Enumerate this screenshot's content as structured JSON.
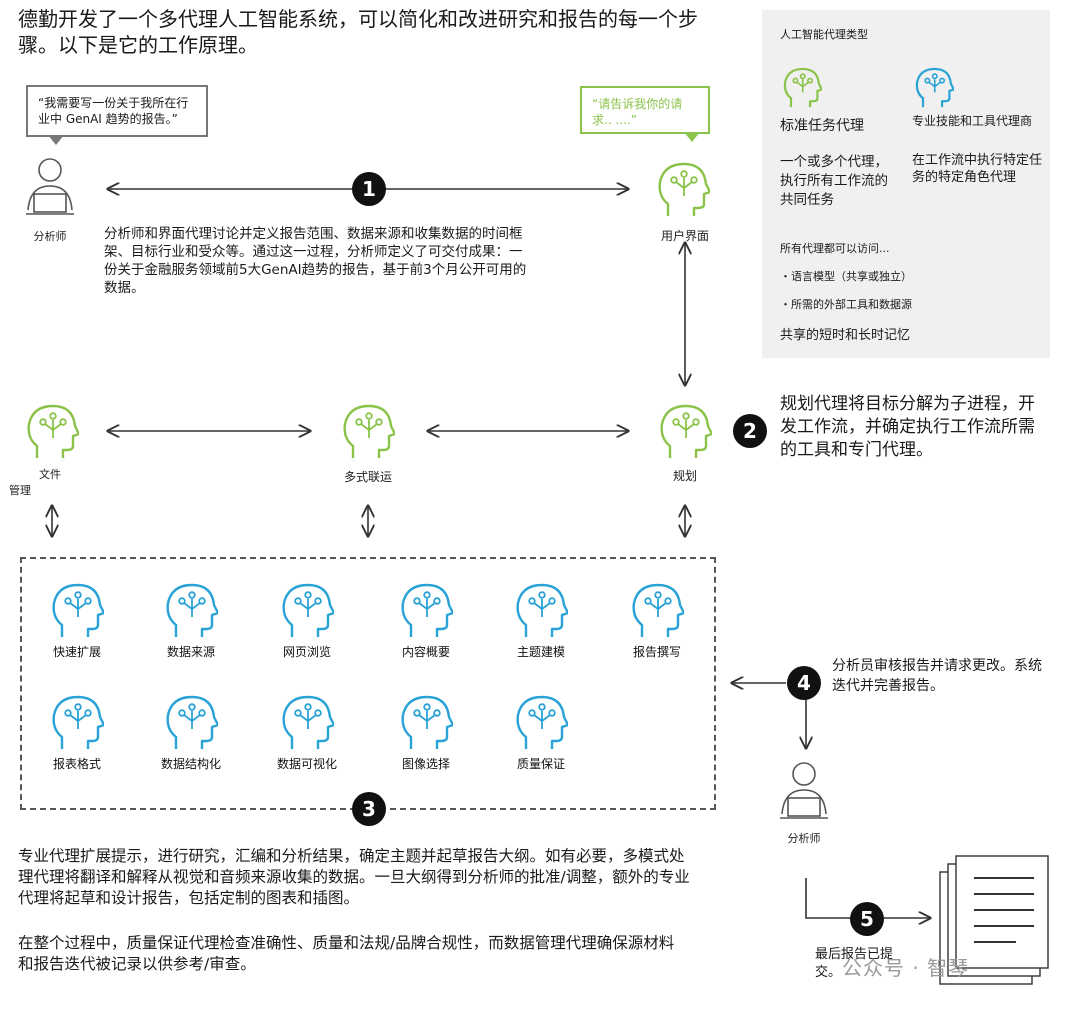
{
  "title": "德勤开发了一个多代理人工智能系统，可以简化和改进研究和报告的每一个步骤。以下是它的工作原理。",
  "analyst_bubble": "“我需要写一份关于我所在行业中 GenAI 趋势的报告。”",
  "ui_bubble": "“请告诉我你的请求.. ....”",
  "analyst_label": "分析师",
  "ui_label": "用户界面",
  "step1_text": "分析师和界面代理讨论并定义报告范围、数据来源和收集数据的时间框架、目标行业和受众等。通过这一过程，分析师定义了可交付成果：一份关于金融服务领域前5大GenAI趋势的报告，基于前3个月公开可用的数据。",
  "step2_text": "规划代理将目标分解为子进程，开发工作流，并确定执行工作流所需的工具和专门代理。",
  "mid_agents": {
    "file": "文件",
    "file_sub": "管理",
    "orch": "多式联运",
    "plan": "规划"
  },
  "specialist_agents": [
    "快速扩展",
    "数据来源",
    "网页浏览",
    "内容概要",
    "主题建模",
    "报告撰写",
    "报表格式",
    "数据结构化",
    "数据可视化",
    "图像选择",
    "质量保证"
  ],
  "step3_text_1": "专业代理扩展提示，进行研究，汇编和分析结果，确定主题并起草报告大纲。如有必要，多模式处理代理将翻译和解释从视觉和音频来源收集的数据。一旦大纲得到分析师的批准/调整，额外的专业代理将起草和设计报告，包括定制的图表和插图。",
  "step3_text_2": "在整个过程中，质量保证代理检查准确性、质量和法规/品牌合规性，而数据管理代理确保源材料和报告迭代被记录以供参考/审查。",
  "step4_text": "分析员审核报告并请求更改。系统迭代并完善报告。",
  "analyst2_label": "分析师",
  "step5_text": "最后报告已提交。",
  "steps": [
    "1",
    "2",
    "3",
    "4",
    "5"
  ],
  "legend": {
    "heading": "人工智能代理类型",
    "type1_title": "标准任务代理",
    "type1_desc": "一个或多个代理，执行所有工作流的共同任务",
    "type2_title": "专业技能和工具代理商",
    "type2_desc": "在工作流中执行特定任务的特定角色代理",
    "access_heading": "所有代理都可以访问...",
    "access_1": "・语言模型（共享或独立）",
    "access_2": "・所需的外部工具和数据源",
    "access_3": "共享的短时和长时记忆"
  },
  "watermark": "公众号 · 智琴",
  "colors": {
    "green": "#8bc34a",
    "blue": "#29a3d6",
    "line": "#333333"
  }
}
